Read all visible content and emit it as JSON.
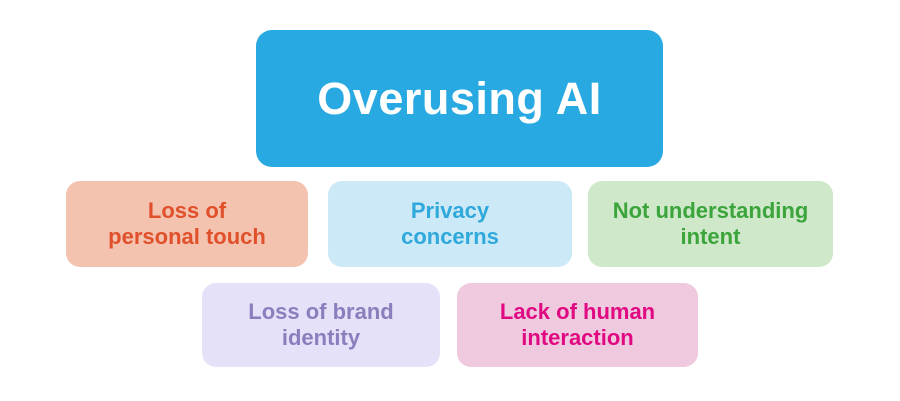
{
  "title": {
    "label": "Overusing AI",
    "bg": "#29a9e1",
    "color": "#ffffff"
  },
  "nodes": [
    {
      "id": "loss-of-personal-touch",
      "lines": [
        "Loss of",
        "personal touch"
      ],
      "bg": "#f3c3b0",
      "color": "#e0502b"
    },
    {
      "id": "privacy-concerns",
      "lines": [
        "Privacy",
        "concerns"
      ],
      "bg": "#cbe9f6",
      "color": "#2fa8db"
    },
    {
      "id": "not-understanding-intent",
      "lines": [
        "Not understanding",
        "intent"
      ],
      "bg": "#cee8c9",
      "color": "#3ba43b"
    },
    {
      "id": "loss-of-brand-identity",
      "lines": [
        "Loss of brand",
        "identity"
      ],
      "bg": "#e5e1f8",
      "color": "#8c7ebd"
    },
    {
      "id": "lack-of-human-interaction",
      "lines": [
        "Lack of human",
        "interaction"
      ],
      "bg": "#efcadf",
      "color": "#e00982"
    }
  ]
}
